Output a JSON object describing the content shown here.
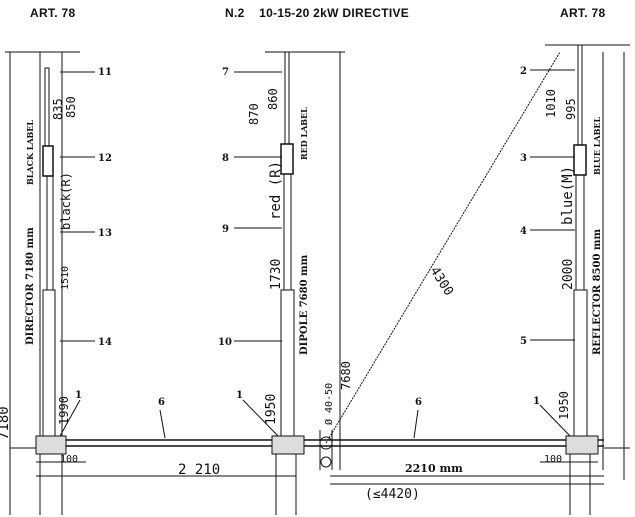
{
  "header": {
    "left": "ART. 78",
    "center": "N.2    10-15-20 2kW DIRECTIVE",
    "right": "ART. 78"
  },
  "elements": {
    "director": {
      "name": "DIRECTOR 7180 mm",
      "label": "BLACK LABEL",
      "cap": "black(R)",
      "dim_a": "835",
      "dim_b": "850",
      "dim_section": "1510",
      "dim_base": "1990",
      "callouts": [
        "11",
        "12",
        "13",
        "14",
        "1"
      ]
    },
    "dipole": {
      "name": "DIPOLE 7680 mm",
      "label": "RED LABEL",
      "cap": "red (R)",
      "dim_a": "870",
      "dim_b": "860",
      "dim_section": "1730",
      "dim_base": "1950",
      "callouts": [
        "7",
        "8",
        "9",
        "10",
        "1"
      ]
    },
    "reflector": {
      "name": "REFLECTOR 8500 mm",
      "label": "BLUE LABEL",
      "cap": "blue(M)",
      "dim_a": "1010",
      "dim_b": "995",
      "dim_section": "2000",
      "dim_base": "1950",
      "callouts": [
        "2",
        "3",
        "4",
        "5",
        "1"
      ]
    }
  },
  "boom": {
    "callout": "6",
    "span_left": "2 210",
    "span_right": "2210 mm",
    "total": "(≤4420)",
    "end_width": "100"
  },
  "side": {
    "left_total": "7180",
    "center_total": "7680",
    "clamp": "Ø 40-50",
    "diagonal": "4300"
  }
}
